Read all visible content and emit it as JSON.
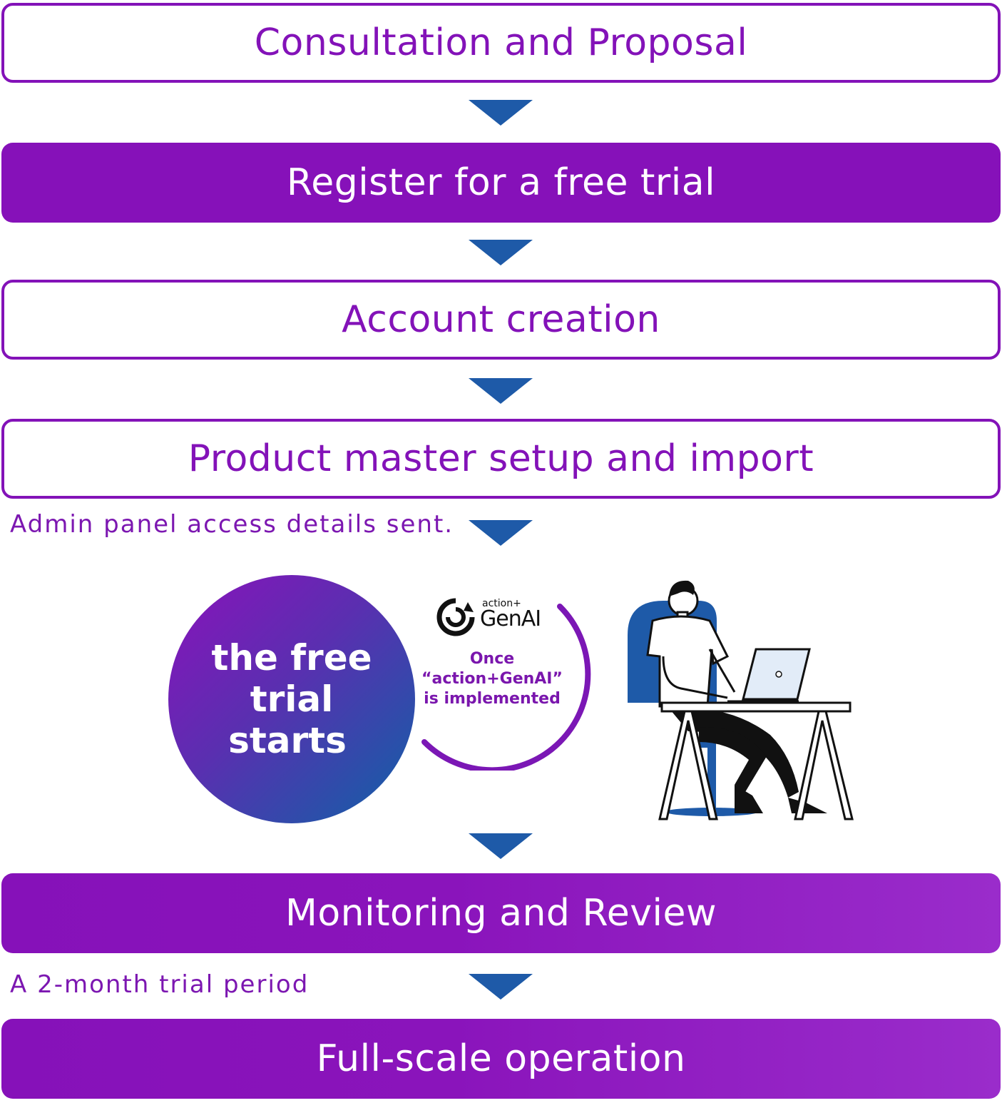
{
  "steps": {
    "consultation": "Consultation and Proposal",
    "register": "Register for a free trial",
    "account": "Account creation",
    "product": "Product master setup and import",
    "monitoring": "Monitoring and Review",
    "full": "Full-scale operation"
  },
  "notes": {
    "admin": "Admin panel access details sent.",
    "trial_period": "A 2-month trial period"
  },
  "trial": {
    "line1": "the free trial",
    "line2": "starts"
  },
  "bubble": {
    "logo_small": "action+",
    "logo_big": "GenAI",
    "line1": "Once",
    "line2": "“action+GenAI”",
    "line3": "is implemented"
  },
  "colors": {
    "purple": "#8611b9",
    "arrow_blue": "#1e5aa8"
  }
}
